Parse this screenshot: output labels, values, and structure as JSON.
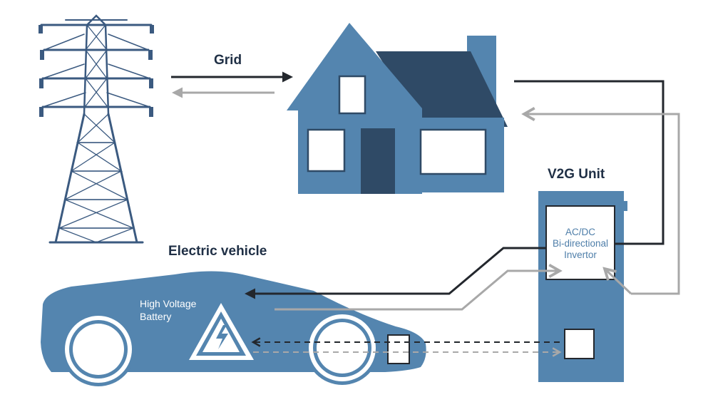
{
  "labels": {
    "grid": "Grid",
    "v2g_unit": "V2G Unit",
    "electric_vehicle": "Electric vehicle",
    "battery_line1": "High Voltage",
    "battery_line2": "Battery",
    "inverter_line1": "AC/DC",
    "inverter_line2": "Bi-directional",
    "inverter_line3": "Invertor"
  },
  "colors": {
    "primary_blue": "#5485af",
    "dark_navy": "#2f4a66",
    "dark_line": "#23272d",
    "light_line": "#a8a8a8",
    "tower": "#3b5a80",
    "background": "#ffffff"
  },
  "icons": {
    "tower": "transmission-tower-icon",
    "house": "house-icon",
    "car": "electric-car-icon",
    "battery": "high-voltage-warning-icon",
    "charger": "v2g-charger-icon"
  }
}
